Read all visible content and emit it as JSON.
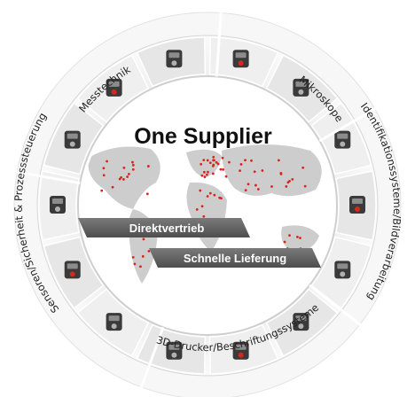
{
  "title": "One Supplier",
  "banners": [
    {
      "label": "Direktvertrieb"
    },
    {
      "label": "Schnelle Lieferung"
    }
  ],
  "segments": [
    {
      "label": "Messtechnik"
    },
    {
      "label": "Mikroskope"
    },
    {
      "label": "Identifikationssysteme/Bildverarbeitung"
    },
    {
      "label": "3D-Drucker/Beschriftungssysteme"
    },
    {
      "label": "Sensoren/Sicherheit & Prozesssteuerung"
    }
  ],
  "colors": {
    "ring_outer": "#f4f4f4",
    "ring_inner": "#d8d8d8",
    "map_land": "#c9c9c9",
    "dots": "#d9261c",
    "banner": "#5e5e5e",
    "banner_highlight": "#8a8a8a",
    "center": "#ffffff"
  }
}
